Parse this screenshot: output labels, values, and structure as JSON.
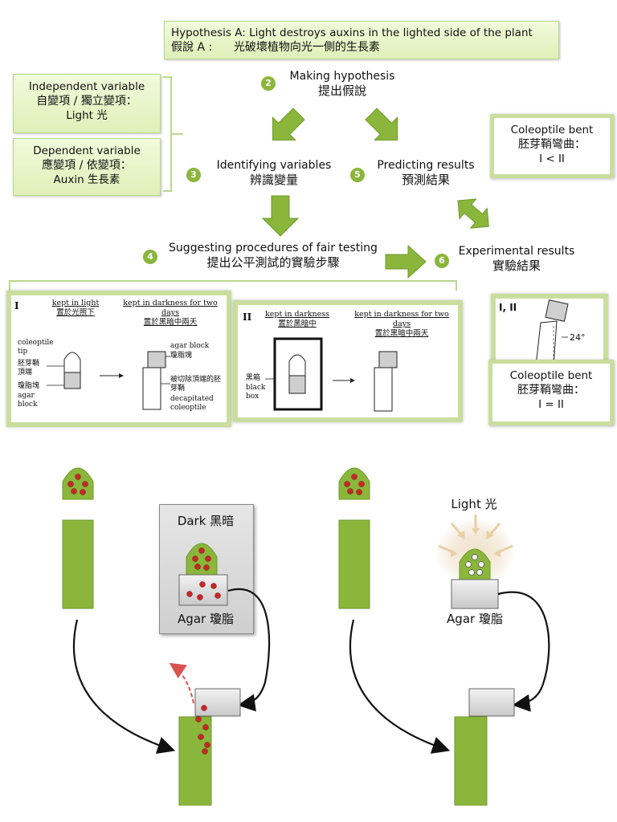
{
  "hypothesis": {
    "line1": "Hypothesis A: Light destroys auxins in the lighted side of the plant",
    "line2": "假說 A :      光破壞植物向光一側的生長素"
  },
  "steps": {
    "making": {
      "num": "2",
      "en": "Making hypothesis",
      "zh": "提出假說"
    },
    "identifying": {
      "num": "3",
      "en": "Identifying variables",
      "zh": "辨識變量"
    },
    "predicting": {
      "num": "5",
      "en": "Predicting results",
      "zh": "預測結果"
    },
    "suggesting": {
      "num": "4",
      "en": "Suggesting procedures of fair testing",
      "zh": "提出公平測試的實驗步驟"
    },
    "experimental": {
      "num": "6",
      "en": "Experimental results",
      "zh": "實驗結果"
    }
  },
  "variables": {
    "independent": {
      "en": "Independent variable",
      "zh": "自變項 / 獨立變項：",
      "value": "Light 光"
    },
    "dependent": {
      "en": "Dependent variable",
      "zh": "應變項 / 依變項：",
      "value": "Auxin 生長素"
    }
  },
  "prediction": {
    "en": "Coleoptile bent",
    "zh": "胚芽鞘彎曲：",
    "value": "I < II"
  },
  "result": {
    "en": "Coleoptile bent",
    "zh": "胚芽鞘彎曲：",
    "value": "I = II",
    "panel_label": "I, II",
    "angle": "24°"
  },
  "procedure_I": {
    "roman": "I",
    "kept_light_en": "kept in light",
    "kept_light_zh": "置於光照下",
    "kept_dark_two_en": "kept in darkness for two days",
    "kept_dark_two_zh": "置於黑暗中兩天",
    "coleoptile_tip": "coleoptile tip",
    "tip_zh": "胚芽鞘頂端",
    "agar_zh": "瓊脂塊",
    "agar_block": "agar block",
    "agar_block2": "agar block",
    "agar_block2_zh": "瓊脂塊",
    "decap_zh": "被切除頂端的胚芽鞘",
    "decap_en": "decapitated coleoptile"
  },
  "procedure_II": {
    "roman": "II",
    "kept_dark_en": "kept in darkness",
    "kept_dark_zh": "置於黑暗中",
    "kept_dark_two_en": "kept in darkness for two days",
    "kept_dark_two_zh": "置於黑暗中兩天",
    "black_zh": "黑箱",
    "black_en": "black box"
  },
  "bottom": {
    "dark_label": "Dark 黑暗",
    "agar_left": "Agar 瓊脂",
    "light_label": "Light 光",
    "agar_right": "Agar 瓊脂"
  },
  "colors": {
    "green": "#8ab63c",
    "auxin": "#c62828",
    "light_glow": "#e0c9a0",
    "dark_panel": "#dcdcdc"
  }
}
